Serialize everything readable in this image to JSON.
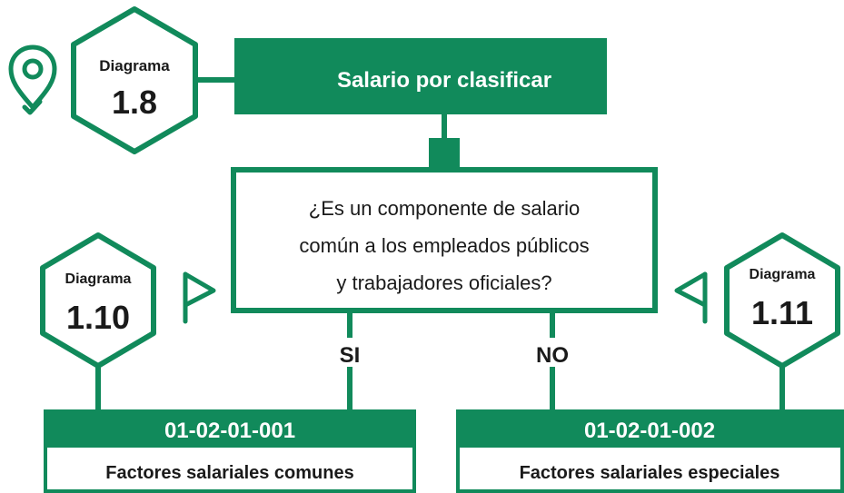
{
  "colors": {
    "primary": "#118a5b",
    "text": "#1a1a1a",
    "white": "#ffffff"
  },
  "badges": {
    "main": {
      "label": "Diagrama",
      "number": "1.8"
    },
    "left": {
      "label": "Diagrama",
      "number": "1.10"
    },
    "right": {
      "label": "Diagrama",
      "number": "1.11"
    }
  },
  "header": {
    "title": "Salario por clasificar"
  },
  "question": {
    "lines": [
      "¿Es un componente de salario",
      "común a los empleados públicos",
      "y trabajadores oficiales?"
    ]
  },
  "branches": {
    "yes_label": "SI",
    "no_label": "NO"
  },
  "results": {
    "left": {
      "code": "01-02-01-001",
      "name": "Factores salariales comunes"
    },
    "right": {
      "code": "01-02-01-002",
      "name": "Factores salariales especiales"
    }
  },
  "icons": {
    "location": "location-pin-check-icon",
    "flag_left": "flag-icon",
    "flag_right": "flag-icon"
  }
}
